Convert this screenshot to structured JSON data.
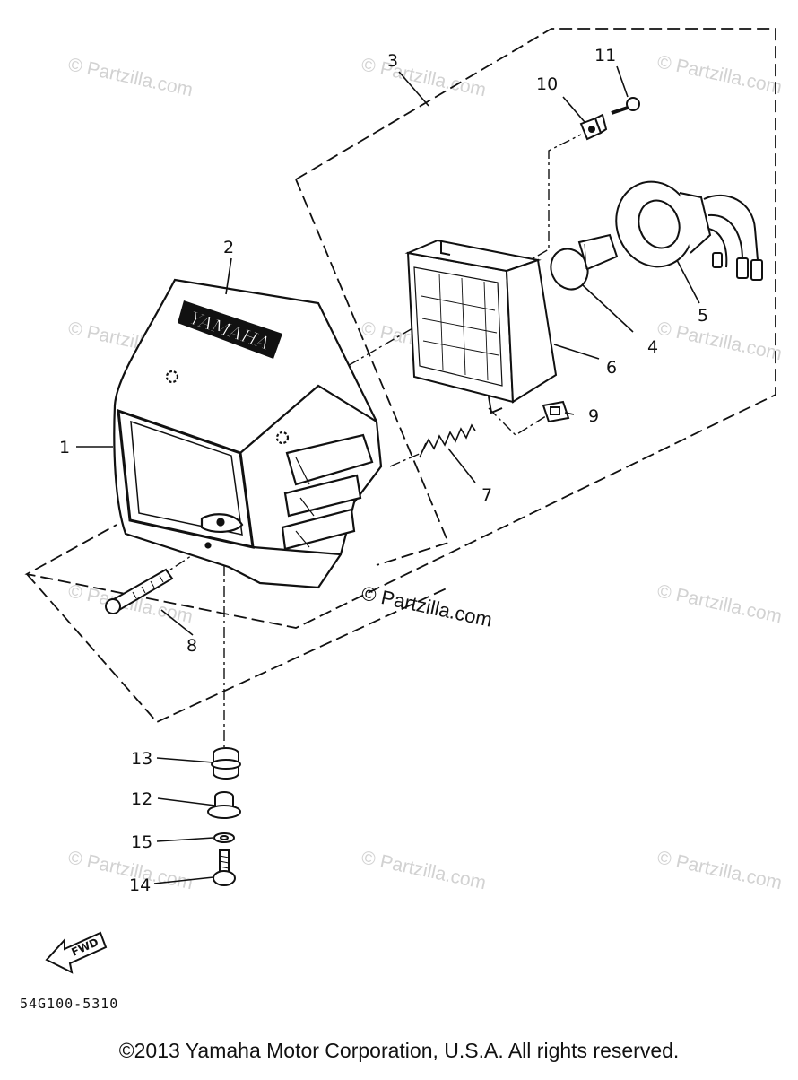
{
  "diagram": {
    "callouts": [
      "1",
      "2",
      "3",
      "4",
      "5",
      "6",
      "7",
      "8",
      "9",
      "10",
      "11",
      "12",
      "13",
      "14",
      "15"
    ],
    "brand_text": "YAMAHA",
    "fwd_label": "FWD",
    "watermark": "© Partzilla.com",
    "watermark_center": "© Partzilla.com",
    "diagram_code": "54G100-5310"
  },
  "footer": {
    "copyright": "©2013 Yamaha Motor Corporation, U.S.A. All rights reserved."
  },
  "colors": {
    "ink": "#111111",
    "watermark": "#d2d2d2",
    "background": "#ffffff"
  }
}
